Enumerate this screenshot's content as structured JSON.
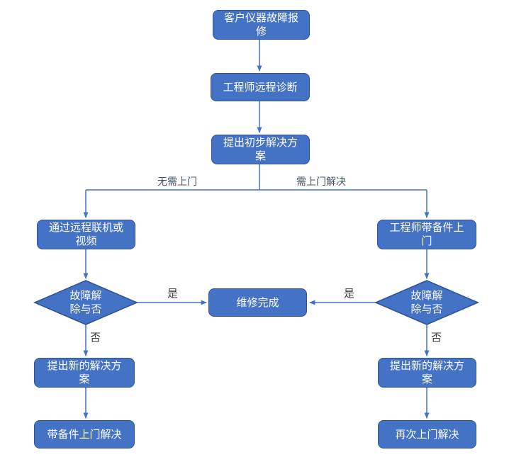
{
  "diagram": {
    "type": "flowchart",
    "nodes": {
      "report": {
        "label": "客户仪器故障报修"
      },
      "remote_diagnosis": {
        "label": "工程师远程诊断"
      },
      "initial_solution": {
        "label": "提出初步解决方案"
      },
      "remote_session": {
        "label": "通过远程联机或视频"
      },
      "engineer_onsite": {
        "label": "工程师带备件上门"
      },
      "fault_check_left": {
        "label": "故障解除与否"
      },
      "fault_check_right": {
        "label": "故障解除与否"
      },
      "repair_done": {
        "label": "维修完成"
      },
      "new_solution_left": {
        "label": "提出新的解决方案"
      },
      "new_solution_right": {
        "label": "提出新的解决方案"
      },
      "bring_parts_solve": {
        "label": "带备件上门解决"
      },
      "onsite_again": {
        "label": "再次上门解决"
      }
    },
    "edge_labels": {
      "no_visit_needed": "无需上门",
      "visit_needed": "需上门解决",
      "yes_left": "是",
      "yes_right": "是",
      "no_left": "否",
      "no_right": "否"
    },
    "colors": {
      "shape_fill": "#4472C4",
      "shape_border": "#2F5597",
      "connector": "#4472C4",
      "shape_text": "#FFFFFF",
      "branch_label_text": "#44546A",
      "decision_label_text": "#3B3B3B"
    }
  }
}
